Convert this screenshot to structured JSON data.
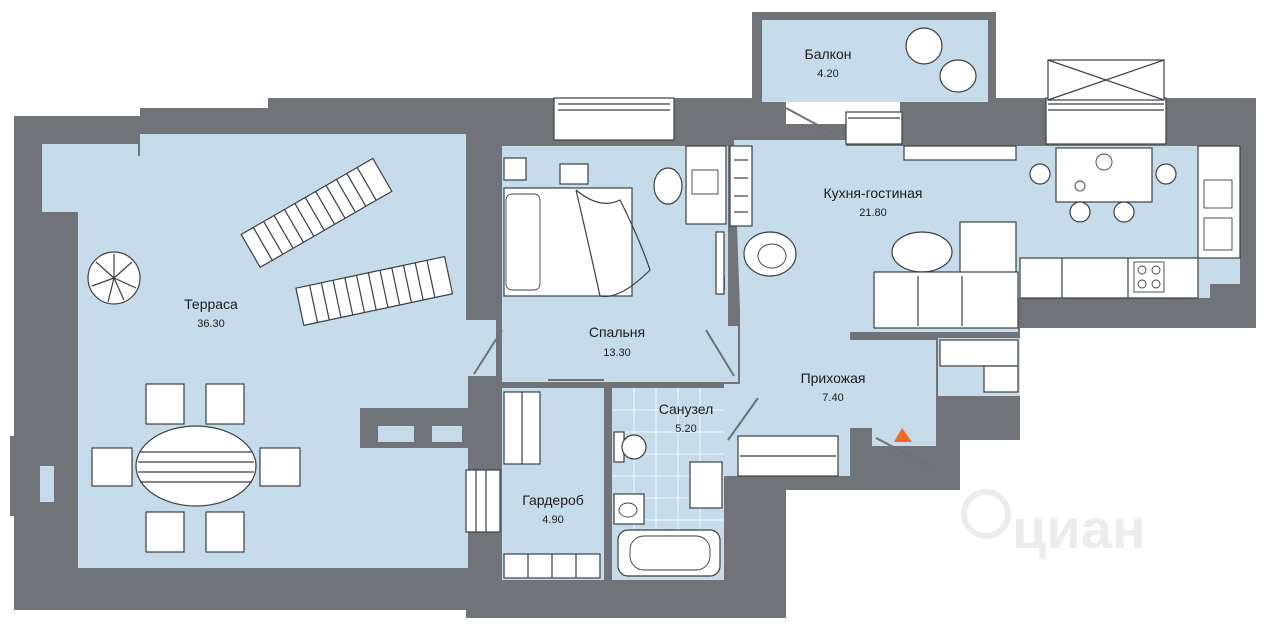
{
  "rooms": {
    "balcony": {
      "name": "Балкон",
      "area": "4.20"
    },
    "kitchen": {
      "name": "Кухня-гостиная",
      "area": "21.80"
    },
    "terrace": {
      "name": "Терраса",
      "area": "36.30"
    },
    "bedroom": {
      "name": "Спальня",
      "area": "13.30"
    },
    "bathroom": {
      "name": "Санузел",
      "area": "5.20"
    },
    "hallway": {
      "name": "Прихожая",
      "area": "7.40"
    },
    "wardrobe": {
      "name": "Гардероб",
      "area": "4.90"
    }
  },
  "watermark": {
    "text": "циан",
    "logo": "cian-logo"
  },
  "colors": {
    "wall": "#707377",
    "floor": "#c6dcea",
    "entrance_marker": "#f26a1b"
  },
  "icons": [
    "sun-lounger-icon",
    "plant-icon",
    "dining-table-icon",
    "bed-icon",
    "desk-icon",
    "armchair-icon",
    "sofa-icon",
    "toilet-icon",
    "bathtub-icon",
    "sink-icon",
    "stove-icon",
    "entrance-marker-icon"
  ]
}
